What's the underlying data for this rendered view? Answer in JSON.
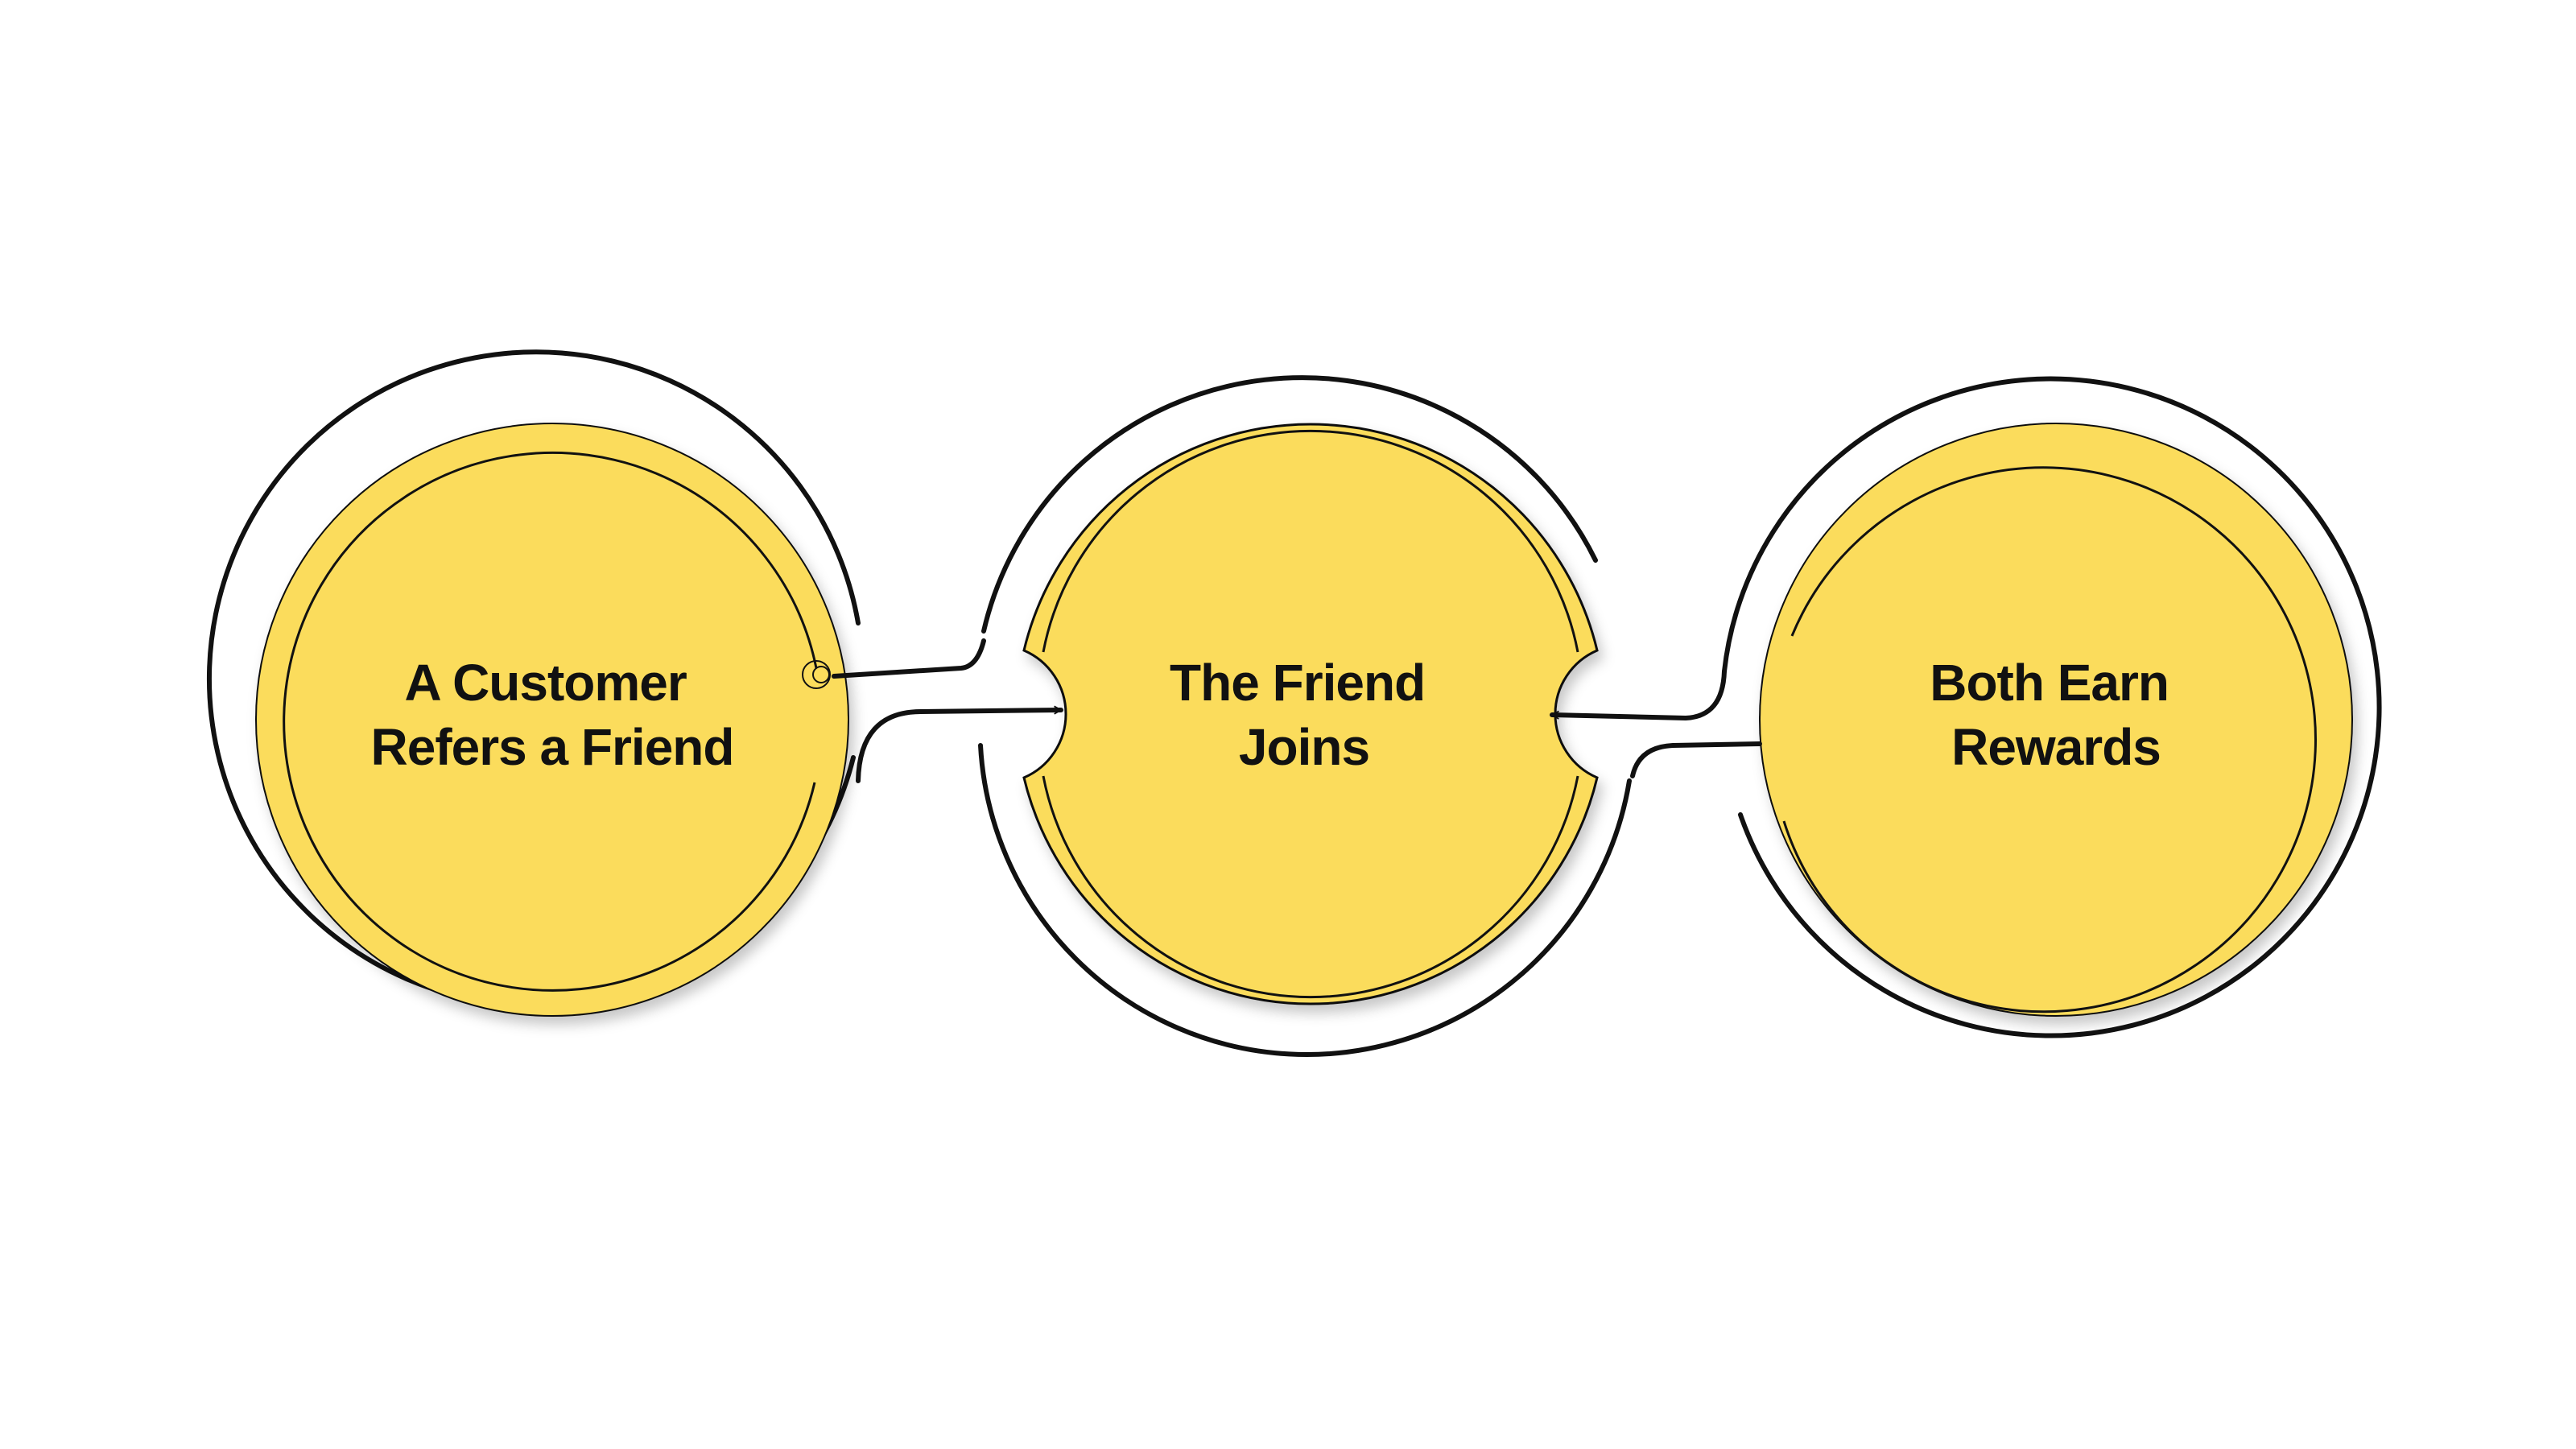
{
  "colors": {
    "background": "#ffffff",
    "circle_fill": "#FBDC5C",
    "stroke": "#111111"
  },
  "steps": [
    {
      "line1": "A Customer",
      "line2": "Refers a Friend"
    },
    {
      "line1": "The Friend",
      "line2": "Joins"
    },
    {
      "line1": "Both Earn",
      "line2": "Rewards"
    }
  ]
}
